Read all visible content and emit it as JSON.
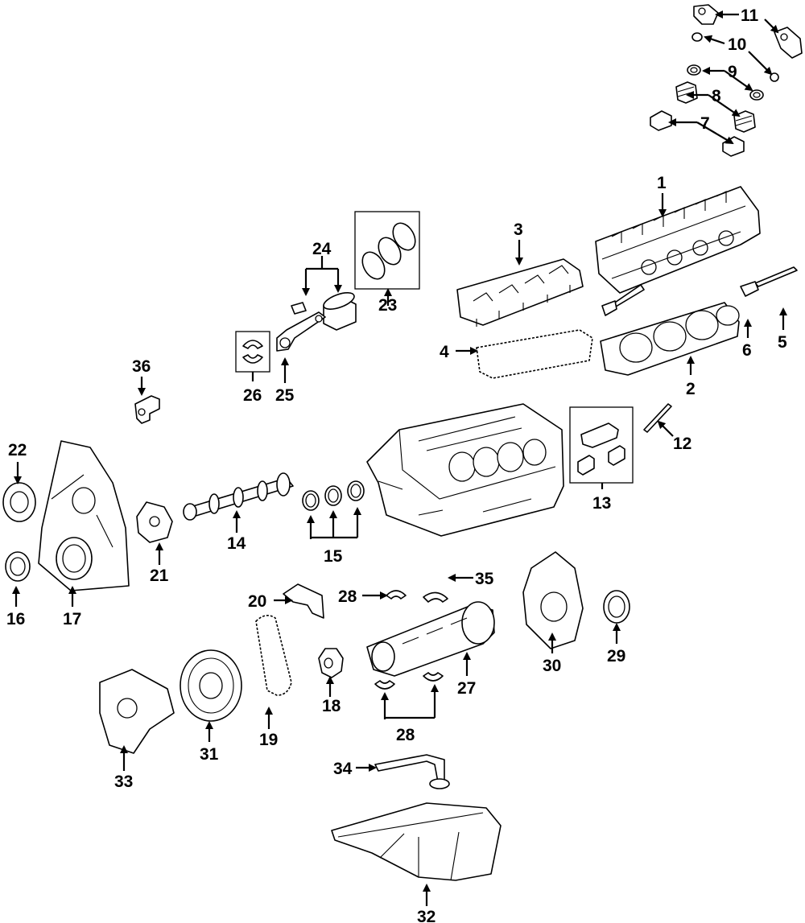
{
  "callouts": [
    "1",
    "2",
    "3",
    "4",
    "5",
    "6",
    "7",
    "8",
    "9",
    "10",
    "11",
    "12",
    "13",
    "14",
    "15",
    "16",
    "17",
    "18",
    "19",
    "20",
    "21",
    "22",
    "23",
    "24",
    "25",
    "26",
    "27",
    "28",
    "28",
    "29",
    "30",
    "31",
    "32",
    "33",
    "34",
    "35",
    "36"
  ]
}
